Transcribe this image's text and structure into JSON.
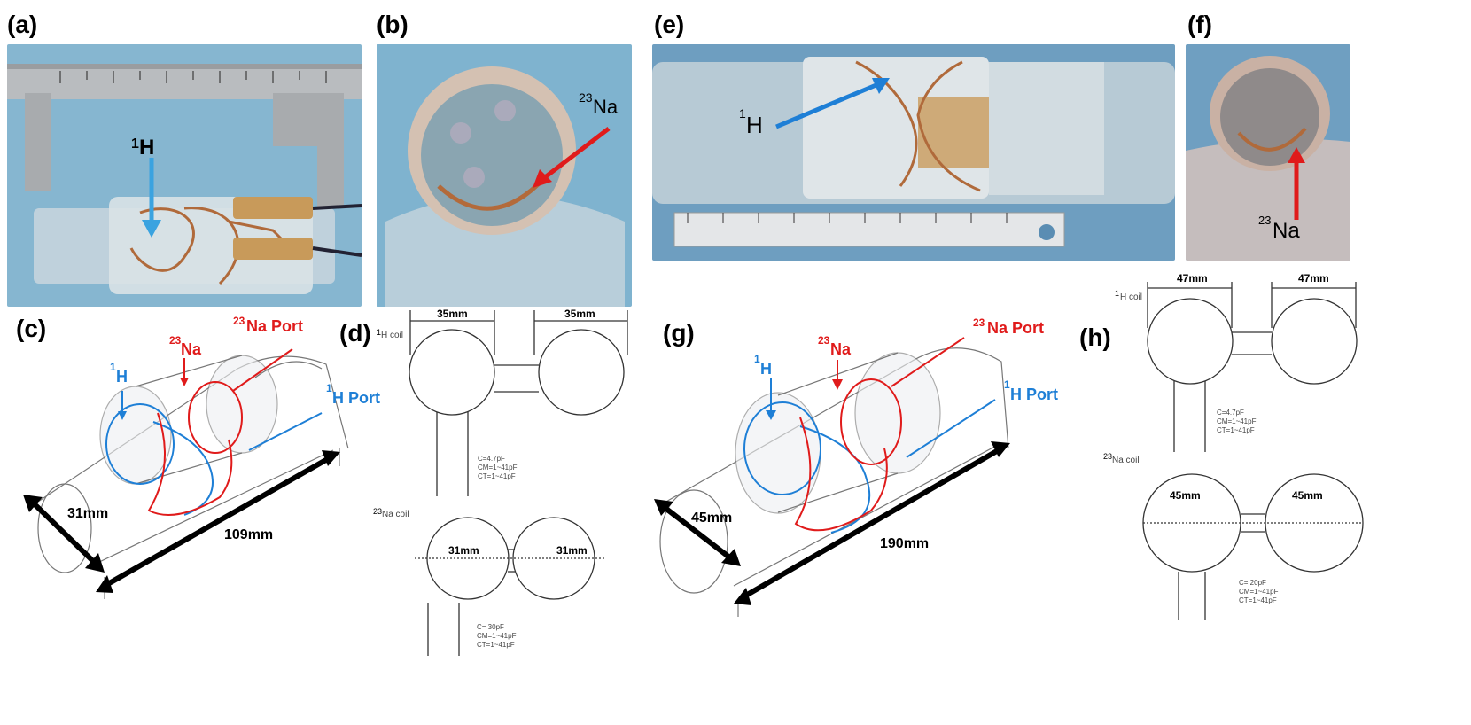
{
  "panels": {
    "a": "(a)",
    "b": "(b)",
    "c": "(c)",
    "d": "(d)",
    "e": "(e)",
    "f": "(f)",
    "g": "(g)",
    "h": "(h)"
  },
  "photo_a": {
    "h_sup": "1",
    "h_label": "H"
  },
  "photo_b": {
    "na_sup": "23",
    "na_label": "Na"
  },
  "photo_e": {
    "h_sup": "1",
    "h_label": "H"
  },
  "photo_f": {
    "na_sup": "23",
    "na_label": "Na"
  },
  "diagram_c": {
    "na_port_sup": "23",
    "na_port_label": "Na Port",
    "na_sup": "23",
    "na_label": "Na",
    "h_sup": "1",
    "h_label": "H",
    "h_port_sup": "1",
    "h_port_label": "H Port",
    "diameter": "31mm",
    "length": "109mm"
  },
  "diagram_g": {
    "na_port_sup": "23",
    "na_port_label": "Na Port",
    "na_sup": "23",
    "na_label": "Na",
    "h_sup": "1",
    "h_label": "H",
    "h_port_sup": "1",
    "h_port_label": "H Port",
    "diameter": "45mm",
    "length": "190mm"
  },
  "circuit_d": {
    "h_coil_sup": "1",
    "h_coil_label": "H coil",
    "h_dim_left": "35mm",
    "h_dim_right": "35mm",
    "h_caps": "C=4.7pF\nCM=1~41pF\nCT=1~41pF",
    "na_coil_sup": "23",
    "na_coil_label": "Na coil",
    "na_dim_left": "31mm",
    "na_dim_right": "31mm",
    "na_caps": "C= 30pF\nCM=1~41pF\nCT=1~41pF"
  },
  "circuit_h": {
    "h_coil_sup": "1",
    "h_coil_label": "H coil",
    "h_dim_left": "47mm",
    "h_dim_right": "47mm",
    "h_caps": "C=4.7pF\nCM=1~41pF\nCT=1~41pF",
    "na_coil_sup": "23",
    "na_coil_label": "Na coil",
    "na_dim_left": "45mm",
    "na_dim_right": "45mm",
    "na_caps": "C= 20pF\nCM=1~41pF\nCT=1~41pF"
  },
  "colors": {
    "proton": "#1e7fd6",
    "sodium": "#e01b1b",
    "photo_bg": "#7fb3cf"
  }
}
